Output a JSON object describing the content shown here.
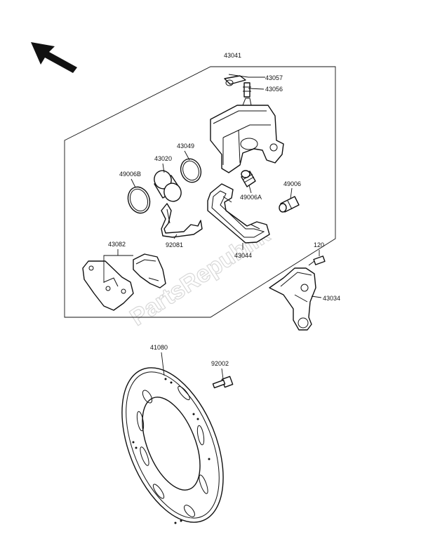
{
  "watermark": "PartsRepublik",
  "callouts": {
    "c43041": "43041",
    "c43057": "43057",
    "c43056": "43056",
    "c43049": "43049",
    "c43020": "43020",
    "c49006B": "49006B",
    "c49006A": "49006A",
    "c49006": "49006",
    "c92081": "92081",
    "c43044": "43044",
    "c43082": "43082",
    "c120": "120",
    "c43034": "43034",
    "c41080": "41080",
    "c92002": "92002"
  },
  "icons": {
    "direction_arrow": "arrow-up-left-icon"
  }
}
